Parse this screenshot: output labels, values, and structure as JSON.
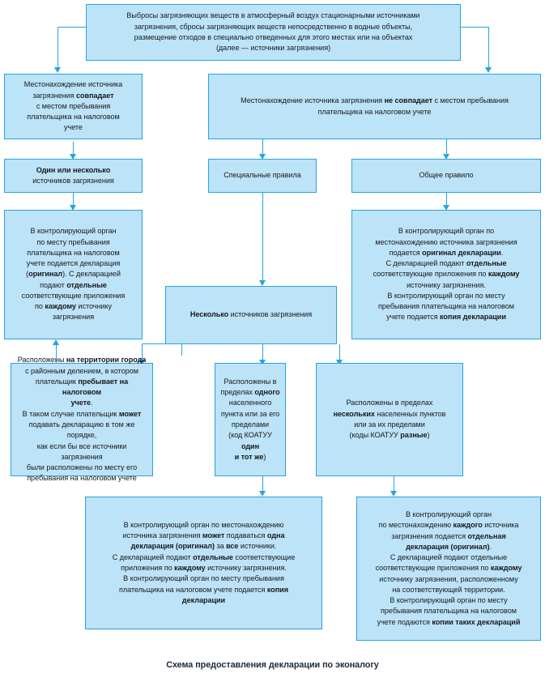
{
  "caption": "Схема предоставления декларации по эконалогу",
  "colors": {
    "box_fill": "#bce3f7",
    "box_border": "#29a3dc",
    "connector": "#29a3dc",
    "text": "#18191b",
    "caption_text": "#1c2a3a",
    "background": "#ffffff"
  },
  "nodes": {
    "root": {
      "id": "pollution-sources-root",
      "text_plain": "Выбросы загрязняющих веществ в атмосферный воздух стационарными источниками загрязнения, сбросы загрязняющих веществ непосредственно в водные объекты, размещение отходов в специально отведенных для этого местах или на объектах (далее — источники загрязнения)",
      "html": "Выбросы загрязняющих веществ в атмосферный воздух стационарными источниками<br>загрязнения, сбросы загрязняющих веществ непосредственно в водные объекты,<br>размещение отходов в специально отведенных для этого местах или на объектах<br>(далее — источники загрязнения)"
    },
    "match": {
      "id": "location-matches",
      "text_plain": "Местонахождение источника загрязнения совпадает с местом пребывания плательщика на налоговом учете",
      "html": "Местонахождение источника<br>загрязнения <b>совпадает</b><br>с местом пребывания<br>плательщика на налоговом<br>учете"
    },
    "nomatch": {
      "id": "location-does-not-match",
      "text_plain": "Местонахождение источника загрязнения не совпадает с местом пребывания плательщика на налоговом учете",
      "html": "Местонахождение источника загрязнения <b>не совпадает</b> с местом пребывания<br>плательщика на налоговом учете"
    },
    "one_or_more": {
      "id": "one-or-several-sources",
      "text_plain": "Один или несколько источников загрязнения",
      "html": "<b>Один или несколько</b><br>источников загрязнения"
    },
    "special_rules": {
      "id": "special-rules",
      "text_plain": "Специальные правила",
      "html": "Специальные правила"
    },
    "general_rule": {
      "id": "general-rule",
      "text_plain": "Общее правило",
      "html": "Общее правило"
    },
    "left_declaration": {
      "id": "left-declaration-procedure",
      "text_plain": "В контролирующий орган по месту пребывания плательщика на налоговом учете подается декларация (оригинал). С декларацией подают отдельные соответствующие приложения по каждому источнику загрязнения",
      "html": "В контролирующий орган<br>по месту пребывания<br>плательщика на налоговом<br>учете подается декларация<br>(<b>оригинал</b>). С декларацией<br>подают <b>отдельные</b><br>соответствующие приложения<br>по <b>каждому</b> источнику<br>загрязнения"
    },
    "right_declaration": {
      "id": "general-rule-declaration-procedure",
      "text_plain": "В контролирующий орган по местонахождению источника загрязнения подается оригинал декларации. С декларацией подают отдельные соответствующие приложения по каждому источнику загрязнения. В контролирующий орган по месту пребывания плательщика на налоговом учете подается копия декларации",
      "html": "В контролирующий орган по<br>местонахождению источника загрязнения<br>подается <b>оригинал декларации</b>.<br>С декларацией подают <b>отдельные</b><br>соответствующие приложения по <b>каждому</b><br>источнику загрязнения.<br>В контролирующий орган по месту<br>пребывания плательщика на налоговом<br>учете подается <b>копия декларации</b>"
    },
    "several_sources": {
      "id": "several-sources",
      "text_plain": "Несколько источников загрязнения",
      "html": "<b>Несколько</b> источников загрязнения"
    },
    "city_territory": {
      "id": "located-in-city-with-districts",
      "text_plain": "Расположены на территории города с районным делением, в котором плательщик пребывает на налоговом учете. В таком случае плательщик может подавать декларацию в том же порядке, как если бы все источники загрязнения были расположены по месту его пребывания на налоговом учете",
      "html": "Расположены <b>на территории города</b><br>с районным делением, в котором<br>плательщик <b>пребывает на налоговом</b><br><b>учете</b>.<br>В таком случае плательщик <b>может</b><br>подавать декларацию в том же порядке,<br>как если бы все источники загрязнения<br>были расположены по месту его<br>пребывания на налоговом учете"
    },
    "one_settlement": {
      "id": "located-within-one-settlement",
      "text_plain": "Расположены в пределах одного населенного пункта или за его пределами (код КОАТУУ один и тот же)",
      "html": "Расположены в<br>пределах <b>одного</b><br>населенного<br>пункта или за его<br>пределами<br>(код КОАТУУ <b>один</b><br><b>и тот же</b>)"
    },
    "several_settlements": {
      "id": "located-within-several-settlements",
      "text_plain": "Расположены в пределах нескольких населенных пунктов или за их пределами (коды КОАТУУ разные)",
      "html": "Расположены в пределах<br><b>нескольких</b> населенных пунктов<br>или за их пределами<br>(коды КОАТУУ <b>разные</b>)"
    },
    "single_declaration": {
      "id": "single-declaration-for-all-sources",
      "text_plain": "В контролирующий орган по местонахождению источника загрязнения может подаваться одна декларация (оригинал) за все источники. С декларацией подают отдельные соответствующие приложения по каждому источнику загрязнения. В контролирующий орган по месту пребывания плательщика на налоговом учете подается копия декларации",
      "html": "В контролирующий орган по местонахождению<br>источника загрязнения <b>может</b> подаваться <b>одна</b><br><b>декларация (оригинал)</b> за <b>все</b> источники.<br>С декларацией подают <b>отдельные</b> соответствующие<br>приложения по <b>каждому</b> источнику загрязнения.<br>В контролирующий орган по месту пребывания<br>плательщика на налоговом учете подается <b>копия</b><br><b>декларации</b>"
    },
    "separate_declarations": {
      "id": "separate-declaration-per-source",
      "text_plain": "В контролирующий орган по местонахождению каждого источника загрязнения подается отдельная декларация (оригинал). С декларацией подают отдельные соответствующие приложения по каждому источнику загрязнения, расположенному на соответствующей территории. В контролирующий орган по месту пребывания плательщика на налоговом учете подаются копии таких деклараций",
      "html": "В контролирующий орган<br>по местонахождению <b>каждого</b> источника<br>загрязнения подается <b>отдельная</b><br><b>декларация (оригинал)</b>.<br>С декларацией подают отдельные<br>соответствующие приложения по <b>каждому</b><br>источнику загрязнения, расположенному<br>на соответствующей территории.<br>В контролирующий орган по месту<br>пребывания плательщика на налоговом<br>учете подаются <b>копии таких деклараций</b>"
    }
  }
}
